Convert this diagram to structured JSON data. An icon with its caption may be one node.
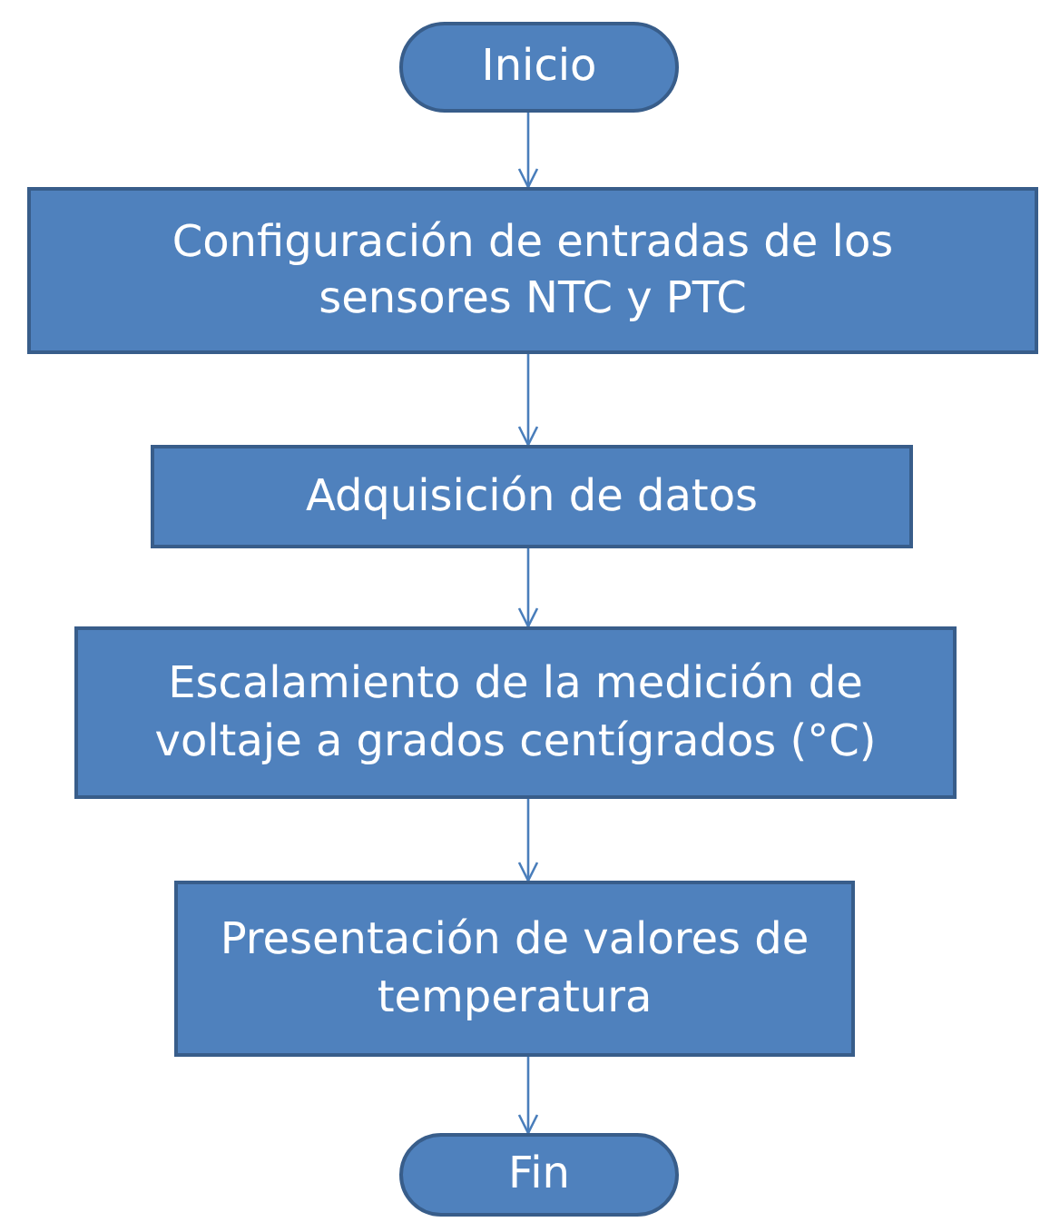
{
  "diagram": {
    "nodes": [
      {
        "text": [
          "Inicio"
        ]
      },
      {
        "text": [
          "Configuración de entradas de los sensores NTC y PTC"
        ]
      },
      {
        "text": [
          "Adquisición de datos"
        ]
      },
      {
        "text": [
          "Escalamiento de la medición de voltaje a grados centígrados (°C)"
        ]
      },
      {
        "text": [
          "Presentación de valores de temperatura"
        ]
      },
      {
        "text": [
          "Fin"
        ]
      }
    ],
    "edges": [
      {
        "from": 0,
        "to": 1,
        "arrow": "to"
      },
      {
        "from": 1,
        "to": 2,
        "arrow": "to"
      },
      {
        "from": 2,
        "to": 3,
        "arrow": "to"
      },
      {
        "from": 3,
        "to": 4,
        "arrow": "to"
      },
      {
        "from": 4,
        "to": 5,
        "arrow": "to"
      }
    ]
  }
}
